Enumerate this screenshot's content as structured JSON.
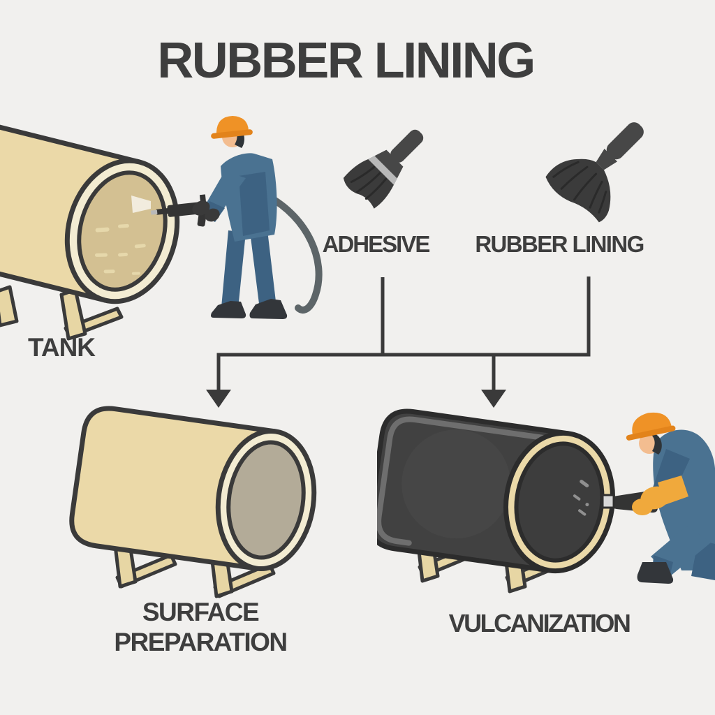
{
  "title": "RUBBER LINING",
  "colors": {
    "background": "#f1f0ee",
    "ink_text": "#3e3e3e",
    "ink_line": "#3a3a3a",
    "tank_beige": "#ebd9a8",
    "tank_rim": "#f3ecd2",
    "tank_inner_tan": "#d3c092",
    "tank_inner_gray": "#b3ab98",
    "leg_beige": "#e7d6a4",
    "rubber_dark": "#414141",
    "rubber_edge": "#6e6e6e",
    "worker_blue": "#4a7291",
    "worker_blue_dark": "#3d6282",
    "hardhat_orange": "#ef9226",
    "hardhat_brim": "#e2831b",
    "skin": "#f3bd90",
    "hair": "#2f3438",
    "glove_orange": "#f0a93c",
    "hose_gray": "#5d6568",
    "boot_dark": "#33363a",
    "tool_dark": "#343434",
    "steel_gray": "#b9b9b9",
    "brush_dark": "#474747",
    "bristle_dark": "#3b3b3b",
    "streak": "#2a2a2a",
    "spray_fleck": "#e6d8ab"
  },
  "diagram": {
    "source_nodes": [
      {
        "id": "tank",
        "label": "TANK",
        "icon": "storage-tank-illustration"
      },
      {
        "id": "adhesive",
        "label": "ADHESIVE",
        "icon": "paint-brush-icon"
      },
      {
        "id": "rubber_lining",
        "label": "RUBBER LINING",
        "icon": "rubber-trowel-icon"
      }
    ],
    "result_nodes": [
      {
        "id": "surface_preparation",
        "label": "SURFACE PREPARATION",
        "icon": "prepared-tank-illustration"
      },
      {
        "id": "vulcanization",
        "label": "VULCANIZATION",
        "icon": "rubber-lined-tank-illustration"
      }
    ]
  }
}
